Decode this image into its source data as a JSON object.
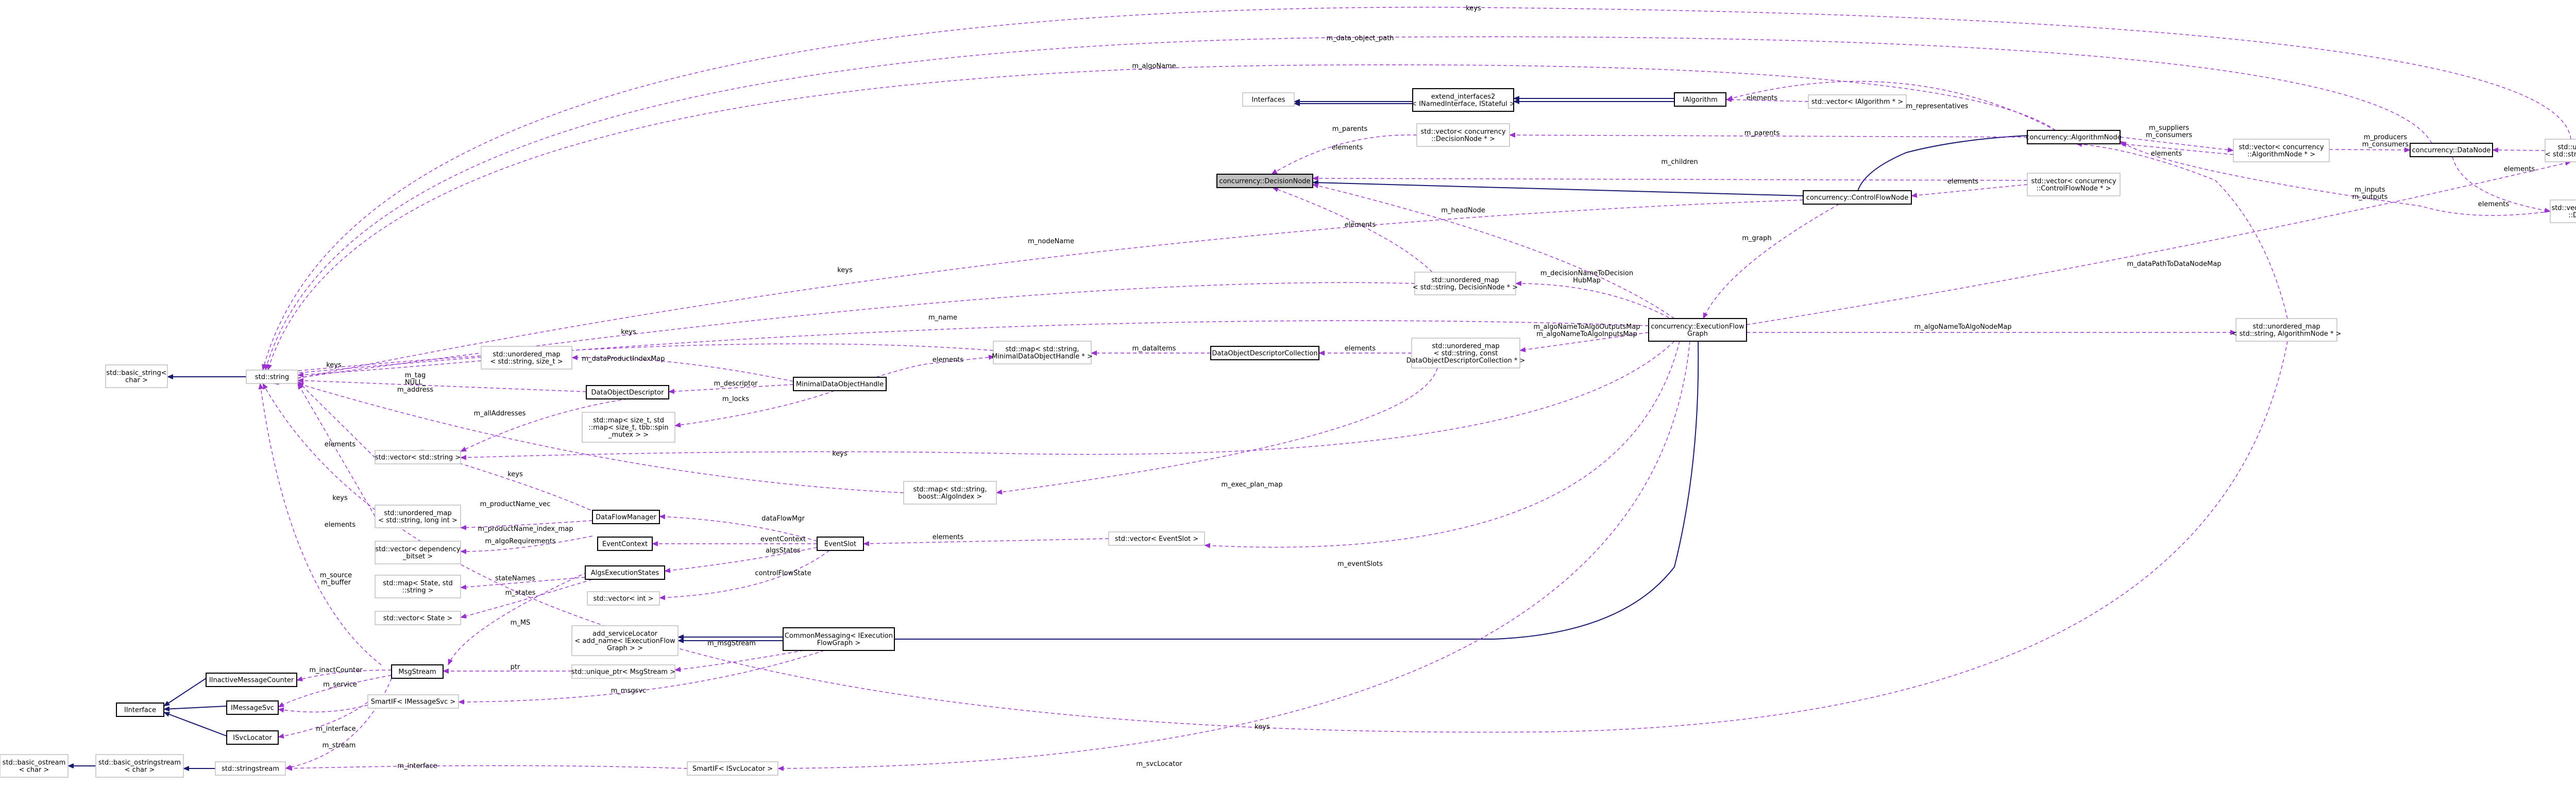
{
  "colors": {
    "background": "#ffffff",
    "focus_fill": "#bfbfbf",
    "node_border": "#000000",
    "external_border": "#bfbfbf",
    "inheritance_edge": "#191970",
    "usage_edge": "#9a32cd"
  },
  "nodes": {
    "DecisionNode": [
      "concurrency::DecisionNode"
    ],
    "Interfaces": [
      "Interfaces"
    ],
    "extend_interfaces2": [
      "extend_interfaces2",
      "< INamedInterface, IStateful >"
    ],
    "IAlgorithm": [
      "IAlgorithm"
    ],
    "vec_IAlgorithm": [
      "std::vector< IAlgorithm * >"
    ],
    "AlgorithmNode": [
      "concurrency::AlgorithmNode"
    ],
    "vec_DecisionNode": [
      "std::vector< concurrency",
      "::DecisionNode * >"
    ],
    "vec_AlgorithmNode": [
      "std::vector< concurrency",
      "::AlgorithmNode * >"
    ],
    "DataNode": [
      "concurrency::DataNode"
    ],
    "umap_DataNode": [
      "std::unordered_map",
      "< std::string, DataNode * >"
    ],
    "ControlFlowNode": [
      "concurrency::ControlFlowNode"
    ],
    "vec_ControlFlowNode": [
      "std::vector< concurrency",
      "::ControlFlowNode * >"
    ],
    "vec_DataNode": [
      "std::vector< concurrency",
      "::DataNode * >"
    ],
    "umap_DecisionNode": [
      "std::unordered_map",
      "< std::string, DecisionNode * >"
    ],
    "PrecedenceRulesGraph": [
      "concurrency::ExecutionFlow",
      "Graph"
    ],
    "umap_AlgorithmNode": [
      "std::unordered_map",
      "< std::string, AlgorithmNode * >"
    ],
    "basic_string": [
      "std::basic_string<",
      "char >"
    ],
    "std_string": [
      "std::string"
    ],
    "umap_size_t": [
      "std::unordered_map",
      "< std::string, size_t >"
    ],
    "map_ObjectHandle": [
      "std::map< std::string,",
      "MinimalDataObjectHandle * >"
    ],
    "DataObjectDescriptorCollection": [
      "DataObjectDescriptorCollection"
    ],
    "umap_DODCollection": [
      "std::unordered_map",
      "< std::string, const",
      "DataObjectDescriptorCollection * >"
    ],
    "DataObjectDescriptor": [
      "DataObjectDescriptor"
    ],
    "MinimalDataObjectHandle": [
      "MinimalDataObjectHandle"
    ],
    "map_size_t": [
      "std::map< size_t, std",
      "::map< size_t, tbb::spin",
      "_mutex > >"
    ],
    "vec_string": [
      "std::vector< std::string >"
    ],
    "map_AlgoIndex": [
      "std::map< std::string,",
      "boost::AlgoIndex >"
    ],
    "umap_long": [
      "std::unordered_map",
      "< std::string, long int >"
    ],
    "DataFlowManager": [
      "DataFlowManager"
    ],
    "EventContext": [
      "EventContext"
    ],
    "EventSlot": [
      "EventSlot"
    ],
    "vec_EventSlot": [
      "std::vector< EventSlot >"
    ],
    "vec_dependency": [
      "std::vector< dependency",
      "_bitset >"
    ],
    "map_State": [
      "std::map< State, std",
      "::string >"
    ],
    "AlgsExecutionStates": [
      "AlgsExecutionStates"
    ],
    "vec_int": [
      "std::vector< int >"
    ],
    "vec_State": [
      "std::vector< State >"
    ],
    "addServiceLocator": [
      "add_serviceLocator",
      "< add_name< IExecutionFlow",
      "Graph > >"
    ],
    "CommonMessaging": [
      "CommonMessaging< IExecution",
      "FlowGraph >"
    ],
    "unique_ptr": [
      "std::unique_ptr< MsgStream >"
    ],
    "IInactiveMessageCounter": [
      "IInactiveMessageCounter"
    ],
    "MsgStream": [
      "MsgStream"
    ],
    "IInterface": [
      "IInterface"
    ],
    "IMessageSvc": [
      "IMessageSvc"
    ],
    "SmartIF_IMessageSvc": [
      "SmartIF< IMessageSvc >"
    ],
    "ISvcLocator": [
      "ISvcLocator"
    ],
    "basic_ostream": [
      "std::basic_ostream",
      "< char >"
    ],
    "basic_ostringstream": [
      "std::basic_ostringstream",
      "< char >"
    ],
    "stringstream": [
      "std::stringstream"
    ],
    "SmartIF_ISvcLocator": [
      "SmartIF< ISvcLocator >"
    ]
  },
  "edge_labels": {
    "keys_top": "keys",
    "m_data_object_path": "m_data_object_path",
    "m_algoName": "m_algoName",
    "m_parents": "m_parents",
    "elements_vdn": "elements",
    "elements_via": "elements",
    "m_representatives": "m_representatives",
    "m_parents2": "m_parents",
    "m_suppliers": "m_suppliers\nm_consumers",
    "m_producers": "m_producers\nm_consumers",
    "elements_van": "elements",
    "elements_udn": "elements",
    "m_children": "m_children",
    "elements_vcfn": "elements",
    "m_headNode": "m_headNode",
    "elements_dn2": "elements",
    "m_inputs": "m_inputs\nm_outputs",
    "elements_vdtn": "elements",
    "m_nodeName": "m_nodeName",
    "m_graph": "m_graph",
    "keys_udn": "keys",
    "m_decisionNameToDecisionHubMap": "m_decisionNameToDecision\nHubMap",
    "m_dataPathToDataNodeMap": "m_dataPathToDataNodeMap",
    "m_name": "m_name",
    "m_algoNameToAlgoOutputsMap": "m_algoNameToAlgoOutputsMap\nm_algoNameToAlgoInputsMap",
    "m_algoNameToAlgoNodeMap": "m_algoNameToAlgoNodeMap",
    "keys_moh": "keys",
    "m_dataItems": "m_dataItems",
    "elements_dodc": "elements",
    "elements_moh": "elements",
    "keys_usize": "keys",
    "m_dataProductIndexMap": "m_dataProductIndexMap",
    "m_tag": "m_tag\nNULL_\nm_address",
    "m_descriptor": "m_descriptor",
    "m_locks": "m_locks",
    "m_allAddresses": "m_allAddresses",
    "elements_vs": "elements",
    "keys_vs": "keys",
    "keys_mai": "keys",
    "m_exec_plan_map": "m_exec_plan_map",
    "keys_ulong": "keys",
    "m_productName_vec": "m_productName_vec",
    "m_productName_index_map": "m_productName_index_map",
    "elements_dep": "elements",
    "m_algoRequirements": "m_algoRequirements",
    "dataFlowMgr": "dataFlowMgr",
    "eventContext": "eventContext",
    "algsStates": "algsStates",
    "controlFlowState": "controlFlowState",
    "elements_es": "elements",
    "m_eventSlots": "m_eventSlots",
    "m_source": "m_source\nm_buffer",
    "stateNames": "stateNames",
    "m_states": "m_states",
    "m_MS": "m_MS",
    "m_msgStream": "m_msgStream",
    "ptr": "ptr",
    "m_inactCounter": "m_inactCounter",
    "m_service": "m_service",
    "m_msgsvc": "m_msgsvc",
    "m_interface": "m_interface",
    "m_stream": "m_stream",
    "keys_bottom": "keys",
    "m_interface2": "m_interface",
    "m_svcLocator": "m_svcLocator"
  }
}
